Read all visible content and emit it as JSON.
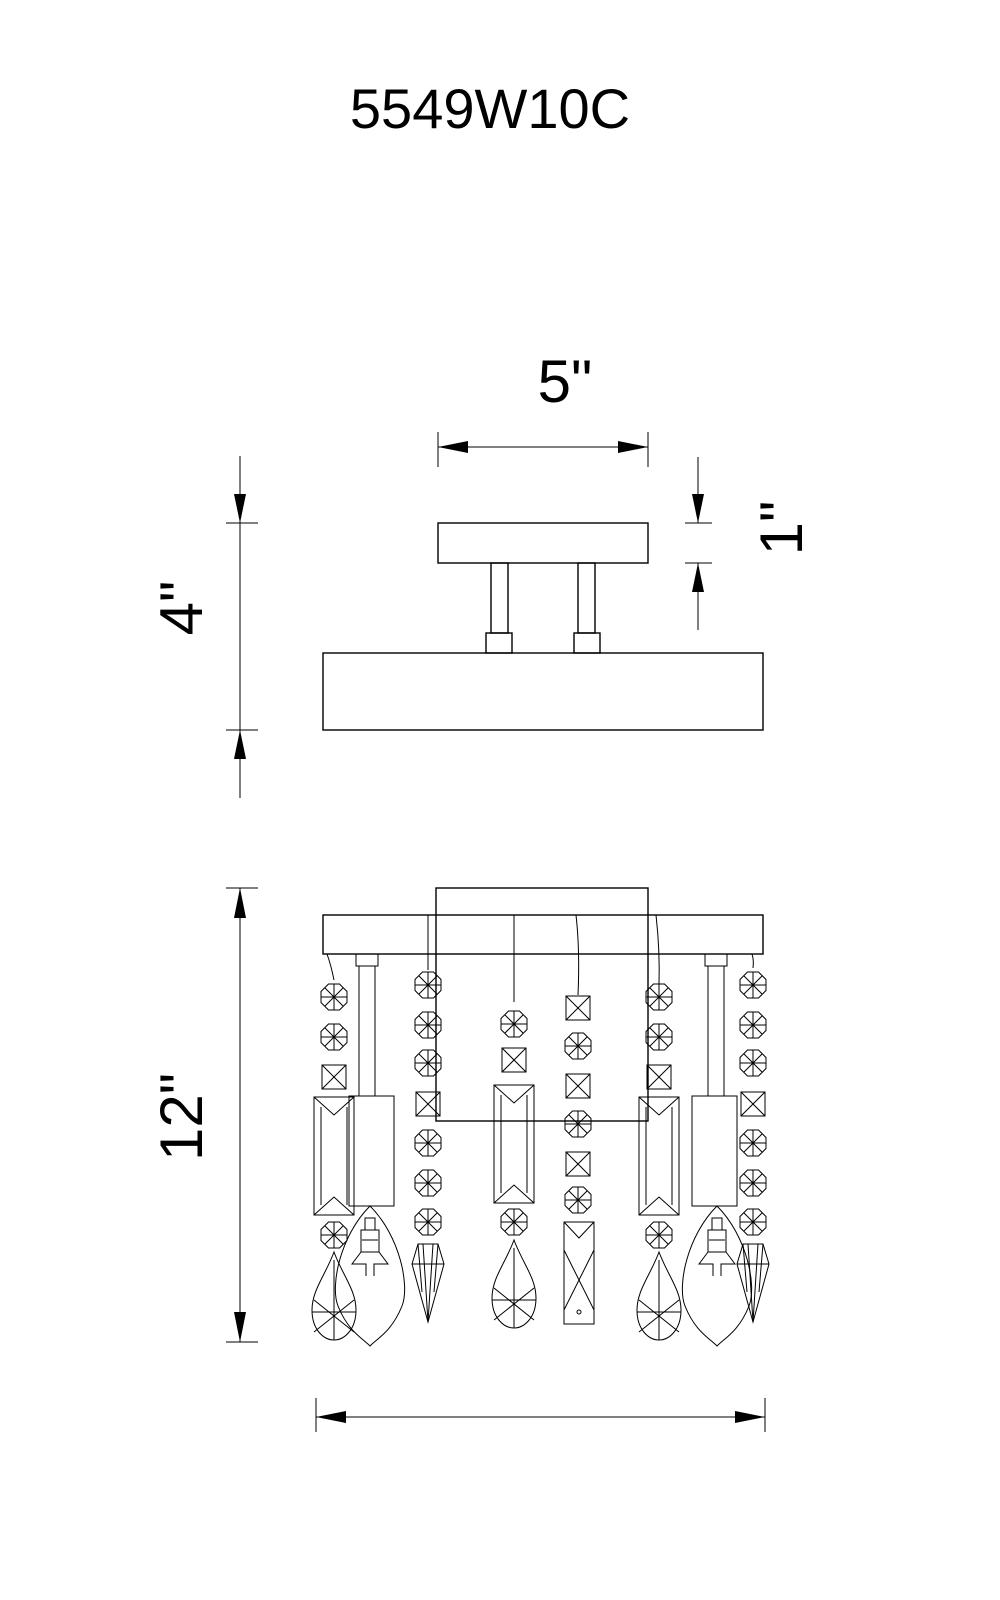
{
  "model_number": "5549W10C",
  "dimensions": {
    "canopy_width": "5\"",
    "canopy_height": "1\"",
    "side_height": "4\"",
    "total_height": "12\""
  },
  "colors": {
    "line": "#000000",
    "background": "#ffffff"
  }
}
